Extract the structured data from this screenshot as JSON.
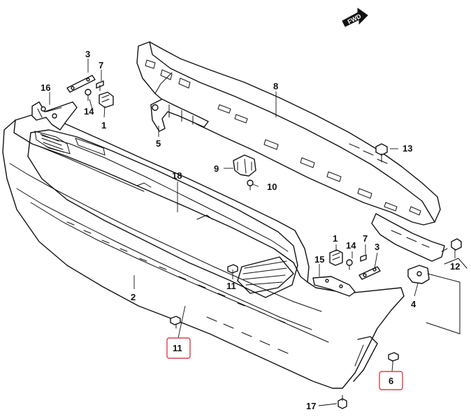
{
  "diagram": {
    "forward_label": "FWD",
    "highlight_color": "#d9414b",
    "callouts": {
      "c1a": "1",
      "c1b": "1",
      "c2": "2",
      "c3a": "3",
      "c3b": "3",
      "c4": "4",
      "c5": "5",
      "c6": "6",
      "c7a": "7",
      "c7b": "7",
      "c8": "8",
      "c9": "9",
      "c10": "10",
      "c11a": "11",
      "c11b": "11",
      "c12": "12",
      "c13": "13",
      "c14a": "14",
      "c14b": "14",
      "c15": "15",
      "c16": "16",
      "c17": "17",
      "c18": "18"
    }
  }
}
